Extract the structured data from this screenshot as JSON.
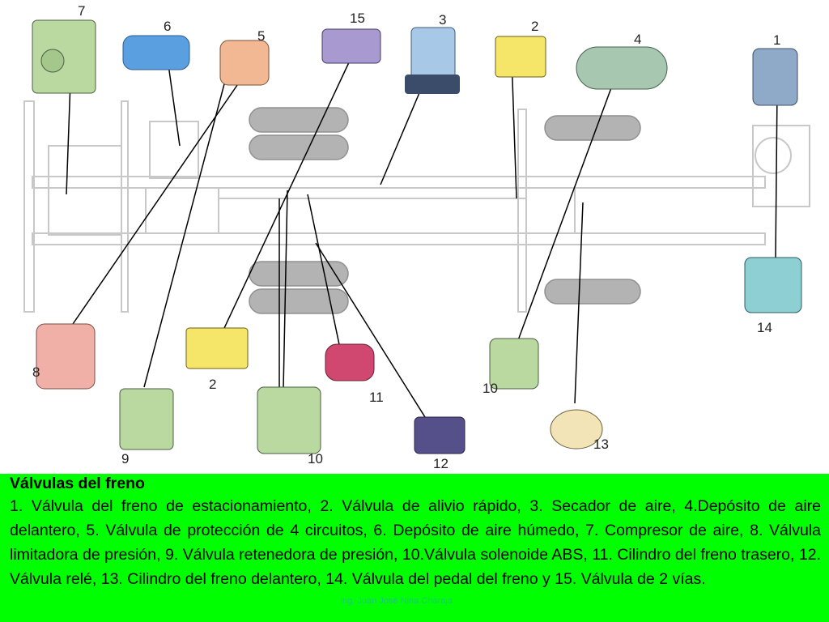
{
  "colors": {
    "caption_bg": "#00ff00",
    "frame": "#c8c8c8",
    "leader": "#000000",
    "green_part": "#b9d9a0",
    "blue_part": "#5aa0e0",
    "orange_part": "#f2b894",
    "lavender_part": "#a89ad0",
    "sky_part": "#a8c8e8",
    "yellow_part": "#f5e66a",
    "tank_part": "#a7c7b0",
    "steelblue_part": "#8fa9c8",
    "pink_part": "#f0b0a8",
    "magenta_part": "#d04870",
    "navy_part": "#56508a",
    "cream_part": "#f3e4b8",
    "teal_part": "#8ecfd4"
  },
  "labels": {
    "n1": "1",
    "n2a": "2",
    "n2b": "2",
    "n3": "3",
    "n4": "4",
    "n5": "5",
    "n6": "6",
    "n7": "7",
    "n8": "8",
    "n9": "9",
    "n10a": "10",
    "n10b": "10",
    "n11": "11",
    "n12": "12",
    "n13": "13",
    "n14": "14",
    "n15": "15"
  },
  "caption": {
    "title": "Válvulas del freno",
    "text": "1. Válvula del freno de estacionamiento, 2. Válvula de alivio rápido, 3. Secador de aire, 4.Depósito de aire delantero, 5. Válvula de protección de 4 circuitos, 6. Depósito de aire húmedo, 7. Compresor de aire, 8. Válvula limitadora de presión, 9. Válvula retenedora de presión, 10.Válvula solenoide ABS, 11. Cilindro del freno trasero, 12. Válvula relé, 13. Cilindro del freno delantero, 14. Válvula del pedal del freno y 15. Válvula de 2 vías."
  },
  "watermark": "Ing. Juan José Nina Charaja"
}
